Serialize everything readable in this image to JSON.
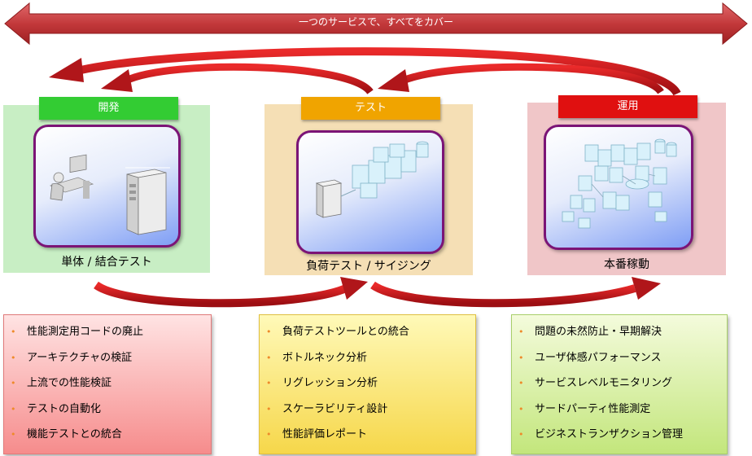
{
  "banner": {
    "label": "一つのサービスで、すべてをカバー",
    "color": "#c0393b"
  },
  "panels": [
    {
      "title": "開発",
      "caption": "単体 / 結合テスト",
      "title_color": "#33cc33",
      "bg_color": "#c8eec4",
      "image_icon": "developer-workstation-server-icon"
    },
    {
      "title": "テスト",
      "caption": "負荷テスト / サイジング",
      "title_color": "#f0a400",
      "bg_color": "#f5dfb5",
      "image_icon": "test-server-network-icon"
    },
    {
      "title": "運用",
      "caption": "本番稼動",
      "title_color": "#e01010",
      "bg_color": "#f0c6c8",
      "image_icon": "production-datacenter-icon"
    }
  ],
  "lists": [
    {
      "items": [
        "性能測定用コードの廃止",
        "アーキテクチャの検証",
        "上流での性能検証",
        "テストの自動化",
        "機能テストとの統合"
      ],
      "bullet_color": "#ee8a2a"
    },
    {
      "items": [
        "負荷テストツールとの統合",
        "ボトルネック分析",
        "リグレッション分析",
        "スケーラビリティ設計",
        "性能評価レポート"
      ],
      "bullet_color": "#ee8a2a"
    },
    {
      "items": [
        "問題の未然防止・早期解決",
        "ユーザ体感パフォーマンス",
        "サービスレベルモニタリング",
        "サードパーティ性能測定",
        "ビジネストランザクション管理"
      ],
      "bullet_color": "#ee8a2a"
    }
  ],
  "arrow_color": "#c0202a"
}
